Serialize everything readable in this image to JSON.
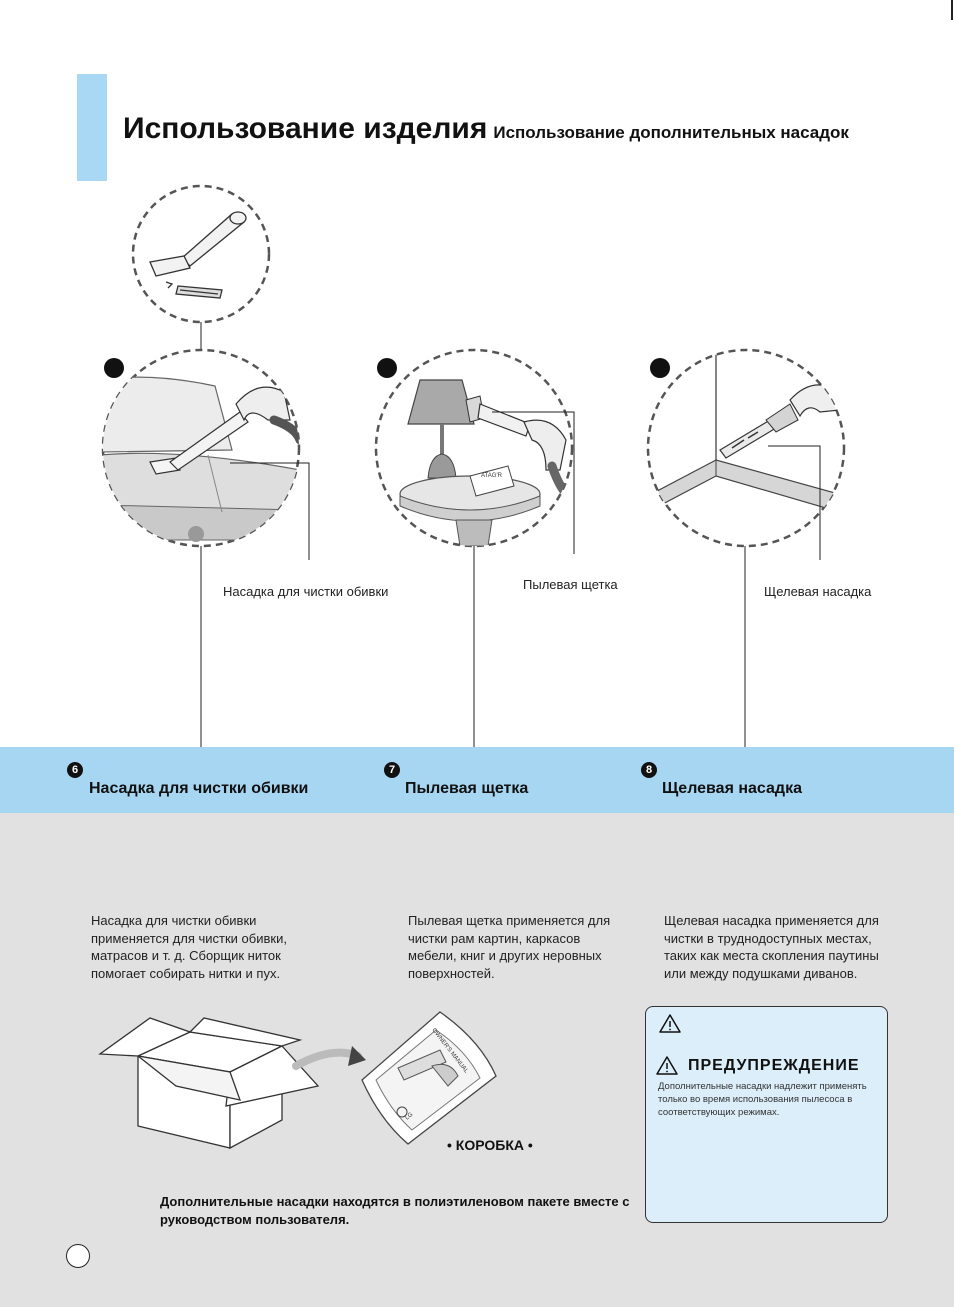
{
  "header": {
    "title": "Использование изделия",
    "subtitle": "Использование дополнительных насадок"
  },
  "callouts": {
    "upholstery": "Насадка для чистки обивки",
    "dusting": "Пылевая щетка",
    "crevice": "Щелевая насадка"
  },
  "sections": [
    {
      "number": "6",
      "heading": "Насадка для чистки обивки",
      "description": "Насадка для чистки обивки применяется для чистки обивки, матрасов и т. д. Сборщик ниток помогает собирать нитки и пух."
    },
    {
      "number": "7",
      "heading": "Пылевая щетка",
      "description": "Пылевая щетка применяется для чистки рам картин, каркасов мебели, книг и других неровных поверхностей."
    },
    {
      "number": "8",
      "heading": "Щелевая насадка",
      "description": "Щелевая насадка применяется для чистки в труднодоступных местах, таких как места скопления паутины или между подушками диванов."
    }
  ],
  "box": {
    "label": "• КОРОБКА •",
    "note": "Дополнительные насадки находятся в полиэтиленовом пакете вместе с руководством пользователя.",
    "manual_cover_text": "OWNER'S MANUAL",
    "brand": "LG"
  },
  "warning": {
    "title": "ПРЕДУПРЕЖДЕНИЕ",
    "text": "Дополнительные насадки надлежит применять только во время использования пылесоса в соответствующих режимах."
  },
  "tag_text": "ATAG'R",
  "colors": {
    "accent_blue": "#a7d6f2",
    "grey_panel": "#e1e1e1",
    "warning_bg": "#dceefa"
  }
}
